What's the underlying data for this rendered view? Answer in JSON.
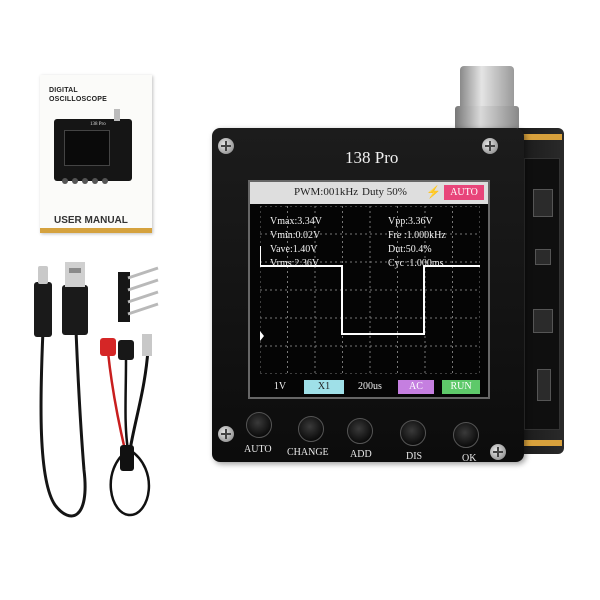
{
  "manual": {
    "line1": "DIGITAL",
    "line2": "OSCILLOSCOPE",
    "mini_title": "138 Pro",
    "footer": "USER MANUAL"
  },
  "device": {
    "brand": "138 Pro",
    "topbar": {
      "pwm": "PWM:001kHz",
      "duty": "Duty 50%",
      "mode": "AUTO"
    },
    "measurements": {
      "vmax": "Vmax:3.34V",
      "vpp": "Vpp:3.36V",
      "vmin": "Vmin:0.02V",
      "fre": "Fre :1.000kHz",
      "vave": "Vave:1.40V",
      "dut": "Dut:50.4%",
      "vrms": "Vrms:2.36V",
      "cyc": "Cyc :1.000ms"
    },
    "bottombar": {
      "volt": "1V",
      "probe": "X1",
      "time": "200us",
      "coupling": "AC",
      "state": "RUN"
    },
    "buttons": [
      "AUTO",
      "CHANGE",
      "ADD",
      "DIS",
      "OK"
    ],
    "colors": {
      "auto_tag": "#e8457a",
      "probe_chip": "#9fe0e8",
      "coupling_chip": "#c57fe0",
      "run_chip": "#5ec96a",
      "trace": "#ffffff",
      "trim": "#d8a13c"
    }
  }
}
